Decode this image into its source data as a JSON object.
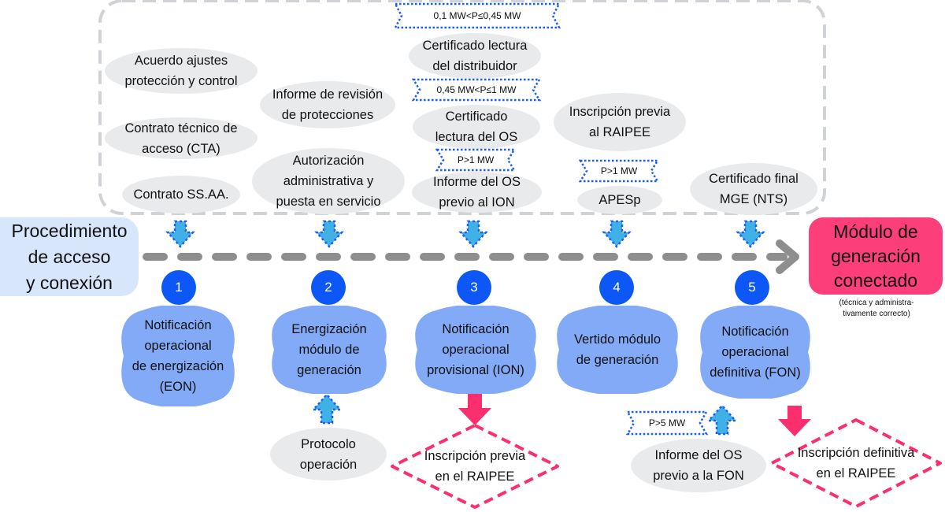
{
  "colors": {
    "doc_fill": "#e9eaec",
    "cloud_fill": "#82aaf7",
    "step_circle": "#0c57f5",
    "condition_border": "#1a5ef0",
    "pink": "#fc2f6e",
    "start_fill": "#d8e6fc",
    "timeline_gray": "#8e8e8e",
    "container_border": "#cfd2d6",
    "blue_arrow_fill": "#3fb1e6"
  },
  "start": {
    "label": "Procedimiento\nde acceso\ny conexión"
  },
  "end": {
    "label": "Módulo de\ngeneración\nconectado",
    "note": "(técnica y administra-\ntivamente correcto)"
  },
  "top_documents": {
    "col1": [
      "Acuerdo ajustes\nprotección y control",
      "Contrato técnico de\nacceso (CTA)",
      "Contrato SS.AA."
    ],
    "col2": [
      "Informe de revisión\nde protecciones",
      "Autorización\nadministrativa y\npuesta en servicio"
    ],
    "col3": [
      "Certificado lectura\ndel distribuidor",
      "Certificado\nlectura del OS",
      "Informe del OS\nprevio al ION"
    ],
    "col4": [
      "Inscripción previa\nal RAIPEE",
      "APESp"
    ],
    "col5": [
      "Certificado final\nMGE (NTS)"
    ]
  },
  "conditions": {
    "c1": "0,1 MW<P≤0,45 MW",
    "c2": "0,45 MW<P≤1 MW",
    "c3": "P>1 MW",
    "c4": "P>1 MW",
    "c5": "P>5 MW"
  },
  "steps": [
    {
      "number": "1",
      "label": "Notificación\noperacional\nde energización\n(EON)"
    },
    {
      "number": "2",
      "label": "Energización\nmódulo de\ngeneración"
    },
    {
      "number": "3",
      "label": "Notificación\noperacional\nprovisional (ION)"
    },
    {
      "number": "4",
      "label": "Vertido módulo\nde generación"
    },
    {
      "number": "5",
      "label": "Notificación\noperacional\ndefinitiva (FON)"
    }
  ],
  "bottom_documents": {
    "protocolo": "Protocolo\noperación",
    "informe_fon": "Informe del OS\nprevio a la FON"
  },
  "registrations": {
    "previa": "Inscripción previa\nen el RAIPEE",
    "definitiva": "Inscripción definitiva\nen el RAIPEE"
  }
}
